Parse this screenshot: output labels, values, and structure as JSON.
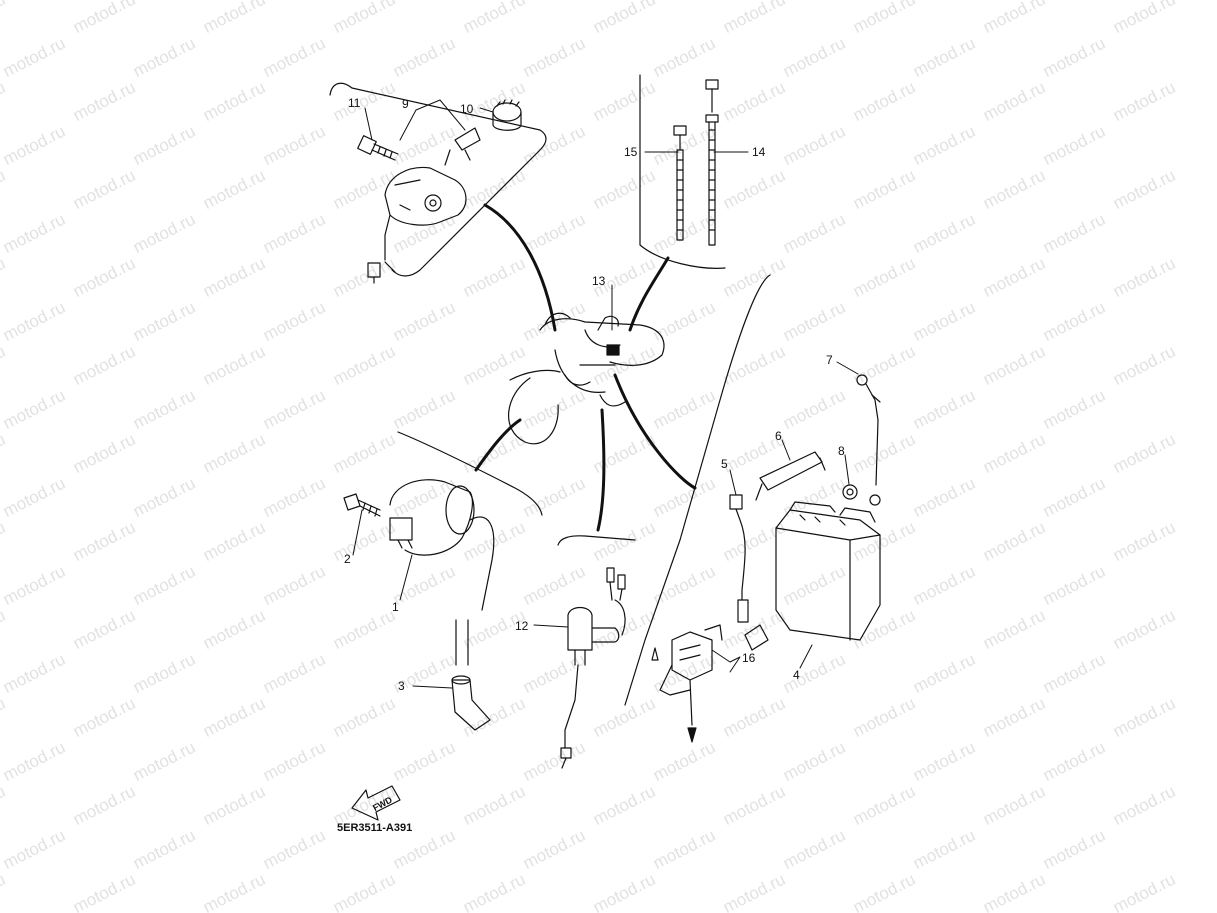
{
  "watermark": {
    "text": "motod.ru"
  },
  "diagram_code": "5ER3511-A391",
  "fwd_label": "FWD",
  "callouts": {
    "c1": "1",
    "c2": "2",
    "c3": "3",
    "c4": "4",
    "c5": "5",
    "c6": "6",
    "c7": "7",
    "c8": "8",
    "c9": "9",
    "c10": "10",
    "c11": "11",
    "c12": "12",
    "c13": "13",
    "c14": "14",
    "c15": "15",
    "c16": "16"
  },
  "colors": {
    "line": "#111111",
    "watermark": "#e2e2e2",
    "background": "#ffffff"
  }
}
